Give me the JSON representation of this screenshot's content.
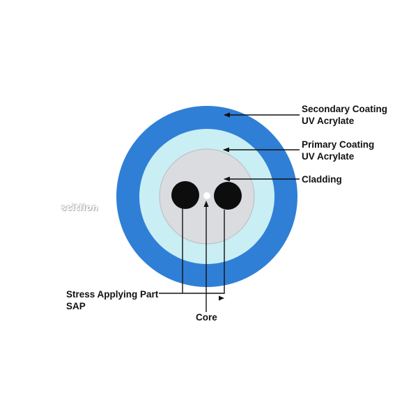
{
  "labels": {
    "secondary_coating": [
      "Secondary Coating",
      "UV Acrylate"
    ],
    "primary_coating": [
      "Primary Coating",
      "UV Acrylate"
    ],
    "cladding": "Cladding",
    "sap": [
      "Stress Applying Part",
      "SAP"
    ],
    "core": "Core"
  },
  "watermark": "scitlion",
  "colors": {
    "secondary_coating": "#2f7fd6",
    "primary_coating": "#c9eef4",
    "cladding": "#dadcdf",
    "sap": "#0d0d0d",
    "core": "#ffffff",
    "leader_lines": "#111111"
  }
}
